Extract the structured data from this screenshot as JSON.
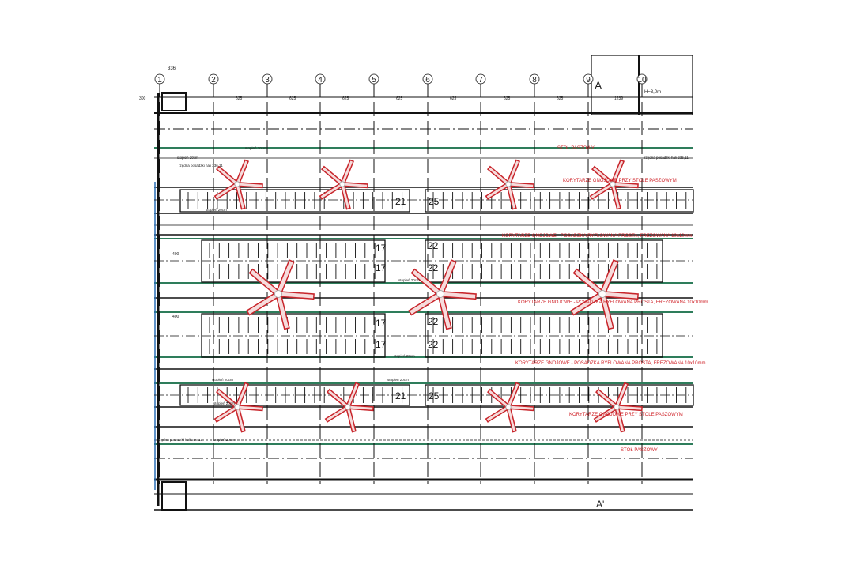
{
  "drawing": {
    "axes": [
      "1",
      "2",
      "3",
      "4",
      "5",
      "6",
      "7",
      "8",
      "9",
      "10"
    ],
    "dimensions": {
      "top_offset": "336",
      "bay": "625",
      "right_bay": "1239",
      "left_margin": "300",
      "aisle": "400"
    },
    "section_marker": "A",
    "section_marker_bottom": "A'",
    "height_note": "H=3,0m",
    "labels": {
      "step": "stopień 20cm",
      "floor_level": "rzędna posadzki hali 236,11",
      "feed_table": "STÓŁ PASZOWY",
      "manure_corridor_feed": "KORYTARZE GNOJOWE PRZY STOLE PASZOWYM",
      "manure_corridor_grooved": "KORYTARZE GNOJOWE - POSADZKA RYFLOWANA PROSTA, FREZOWANA 10x10mm"
    },
    "stall_counts": {
      "top_left": "21",
      "top_right": "25",
      "mid_left": "17",
      "mid_right": "22",
      "bottom_left": "21",
      "bottom_right": "25"
    },
    "colors": {
      "line": "#111111",
      "green": "#2e7d5b",
      "fan": "#c8252b",
      "fan_fill": "#f6dcdc"
    }
  }
}
